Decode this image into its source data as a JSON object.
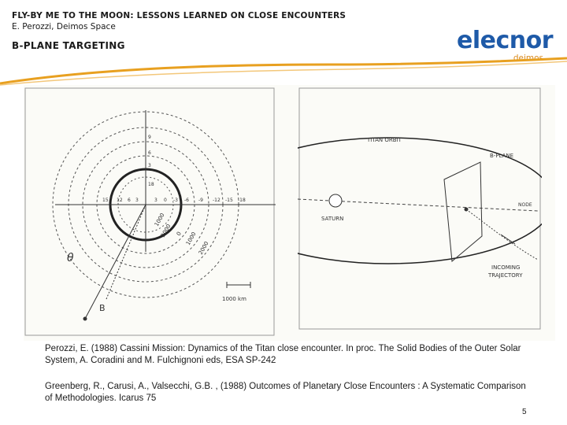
{
  "header": {
    "title": "FLY-BY ME TO THE MOON: LESSONS LEARNED ON CLOSE ENCOUNTERS",
    "subtitle": "E. Perozzi, Deimos Space"
  },
  "section_title": "B-PLANE TARGETING",
  "logo": {
    "main": "elecnor",
    "sub": "deimos",
    "main_color": "#1e5aa8",
    "sub_color": "#d98a1e"
  },
  "accent_color": "#e8a020",
  "figure_left": {
    "axis_label": "θ",
    "vector_label": "B",
    "scale_label": "1000 km",
    "ring_labels": [
      "9",
      "6",
      "3",
      "18",
      "15",
      "12",
      "6",
      "3",
      "3",
      "0",
      "-3",
      "-6",
      "-9",
      "-12",
      "-15",
      "-18"
    ],
    "curve_labels": [
      "1000",
      "2000",
      "0",
      "1000",
      "2000"
    ]
  },
  "figure_right": {
    "orbit_label": "TITAN ORBIT",
    "bplane_label": "B-PLANE",
    "node_label": "NODE",
    "body_label": "SATURN",
    "trajectory_label_1": "INCOMING",
    "trajectory_label_2": "TRAJECTORY"
  },
  "references": [
    "Perozzi, E. (1988) Cassini Mission: Dynamics of the Titan close encounter. In proc. The Solid Bodies of the Outer Solar System, A. Coradini and M. Fulchignoni eds, ESA SP-242",
    "Greenberg, R., Carusi, A., Valsecchi, G.B. , (1988) Outcomes of Planetary Close Encounters : A Systematic Comparison of Methodologies. Icarus 75"
  ],
  "page_number": "5"
}
